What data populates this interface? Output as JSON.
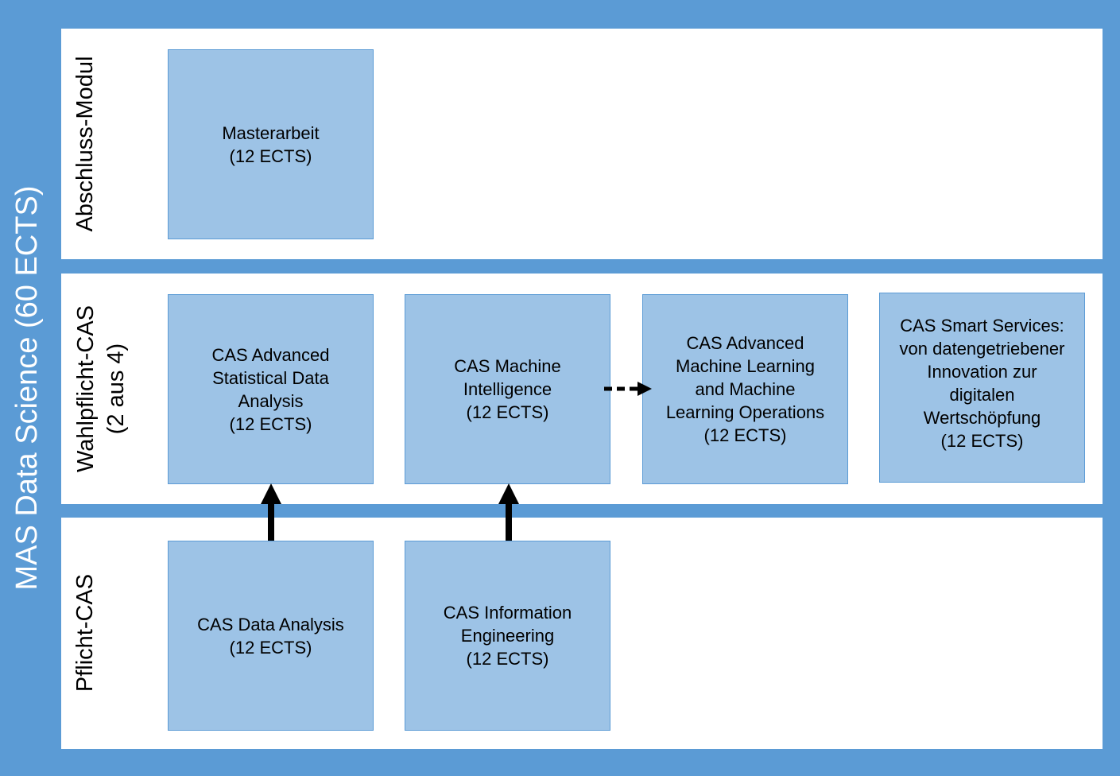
{
  "diagram": {
    "title": "MAS Data Science (60 ECTS)",
    "bands": {
      "abschluss": {
        "label": "Abschluss-Modul"
      },
      "wahlpflicht": {
        "label": "Wahlpflicht-CAS",
        "sublabel": "(2 aus 4)"
      },
      "pflicht": {
        "label": "Pflicht-CAS"
      }
    },
    "modules": {
      "masterarbeit": {
        "lines": [
          "Masterarbeit",
          "(12 ECTS)"
        ]
      },
      "advanced_statistical": {
        "lines": [
          "CAS Advanced",
          "Statistical Data",
          "Analysis",
          "(12 ECTS)"
        ]
      },
      "machine_intelligence": {
        "lines": [
          "CAS Machine",
          "Intelligence",
          "(12 ECTS)"
        ]
      },
      "advanced_ml_ops": {
        "lines": [
          "CAS Advanced",
          "Machine Learning",
          "and Machine",
          "Learning Operations",
          "(12 ECTS)"
        ]
      },
      "smart_services": {
        "lines": [
          "CAS Smart Services:",
          "von datengetriebener",
          "Innovation zur",
          "digitalen",
          "Wertschöpfung",
          "(12 ECTS)"
        ]
      },
      "data_analysis": {
        "lines": [
          "CAS Data Analysis",
          "(12 ECTS)"
        ]
      },
      "information_engineering": {
        "lines": [
          "CAS Information",
          "Engineering",
          "(12 ECTS)"
        ]
      }
    },
    "connections": [
      {
        "from": "CAS Data Analysis",
        "to": "CAS Advanced Statistical Data Analysis",
        "style": "solid"
      },
      {
        "from": "CAS Information Engineering",
        "to": "CAS Machine Intelligence",
        "style": "solid"
      },
      {
        "from": "CAS Machine Intelligence",
        "to": "CAS Advanced Machine Learning and Machine Learning Operations",
        "style": "dashed"
      }
    ],
    "colors": {
      "frame": "#5b9bd5",
      "band": "#ffffff",
      "module_fill": "#9dc3e6",
      "module_border": "#5b9bd5",
      "arrow": "#000000"
    }
  }
}
